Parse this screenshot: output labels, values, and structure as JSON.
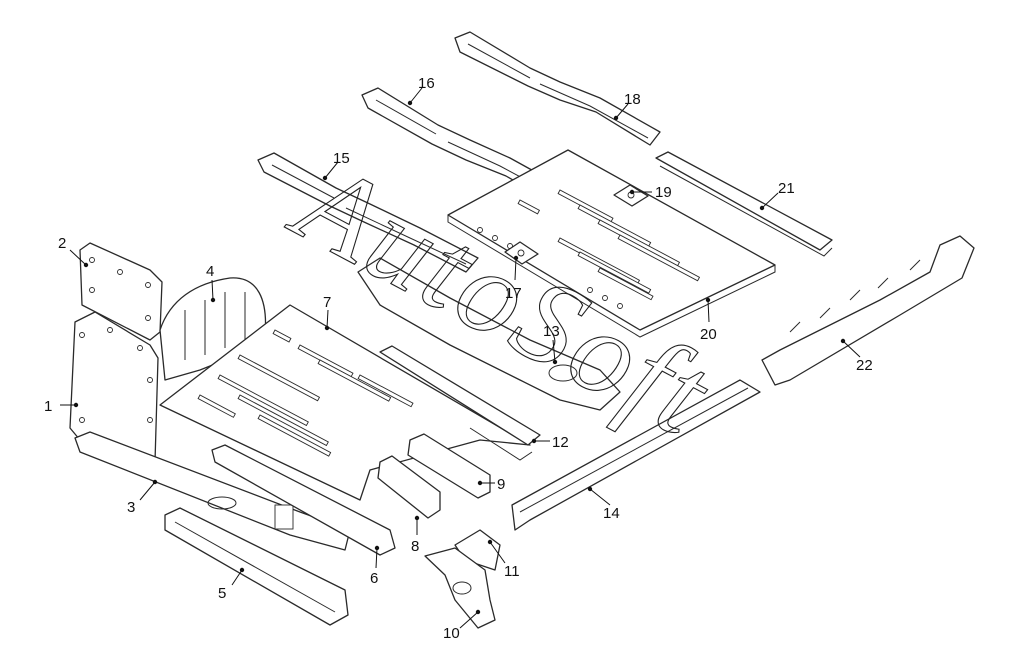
{
  "watermark": {
    "text": "AutoSoft"
  },
  "callouts": [
    {
      "id": "1",
      "label": "1"
    },
    {
      "id": "2",
      "label": "2"
    },
    {
      "id": "3",
      "label": "3"
    },
    {
      "id": "4",
      "label": "4"
    },
    {
      "id": "5",
      "label": "5"
    },
    {
      "id": "6",
      "label": "6"
    },
    {
      "id": "7",
      "label": "7"
    },
    {
      "id": "8",
      "label": "8"
    },
    {
      "id": "9",
      "label": "9"
    },
    {
      "id": "10",
      "label": "10"
    },
    {
      "id": "11",
      "label": "11"
    },
    {
      "id": "12",
      "label": "12"
    },
    {
      "id": "13",
      "label": "13"
    },
    {
      "id": "14",
      "label": "14"
    },
    {
      "id": "15",
      "label": "15"
    },
    {
      "id": "16",
      "label": "16"
    },
    {
      "id": "17",
      "label": "17"
    },
    {
      "id": "18",
      "label": "18"
    },
    {
      "id": "19",
      "label": "19"
    },
    {
      "id": "20",
      "label": "20"
    },
    {
      "id": "21",
      "label": "21"
    },
    {
      "id": "22",
      "label": "22"
    }
  ]
}
